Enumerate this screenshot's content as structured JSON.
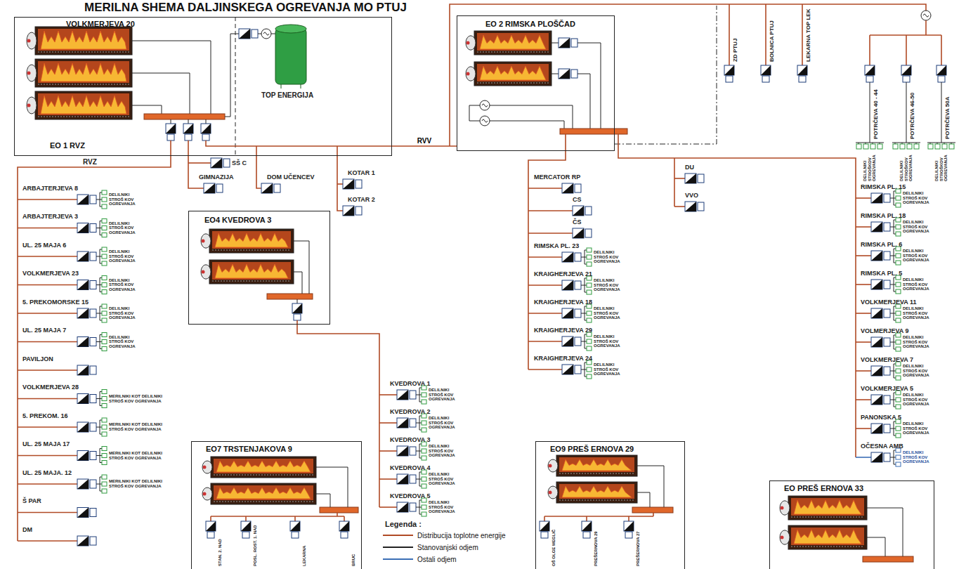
{
  "diagram": {
    "title": "MERILNA SHEMA DALJINSKEGA OGREVANJA MO PTUJ",
    "nodes": [
      {
        "text": [
          "VOLKMERJEVA 20",
          "EO 1 RVZ"
        ]
      },
      {
        "text": [
          "EO 2 RIMSKA PLOŠČAD"
        ]
      },
      {
        "text": [
          "EO4 KVEDROVA 3"
        ]
      },
      {
        "text": [
          "EO7 TRSTENJAKOVA 9"
        ]
      },
      {
        "text": [
          "EO9 PREŠ ERNOVA 29"
        ]
      },
      {
        "text": [
          "EO PREŠ ERNOVA 33"
        ]
      }
    ],
    "edges": [
      {
        "from": 0,
        "to": 1,
        "label": "RVV",
        "arrow": "none"
      }
    ],
    "labels": [
      "TOP ENERGIJA",
      "RVZ",
      "ARBAJTERJEVA 8",
      "DELILNIKI STROŠ KOV OGREVANJA",
      "ARBAJTERJEVA 3",
      "DELILNIKI STROŠ KOV OGREVANJA",
      "UL. 25 MAJA 6",
      "DELILNIKI STROŠ KOV OGREVANJA",
      "VOLKMERJEVA 23",
      "DELILNIKI STROŠ KOV OGREVANJA",
      "5. PREKOMORSKE 15",
      "DELILNIKI STROŠ KOV OGREVANJA",
      "UL. 25 MAJA 7",
      "DELILNIKI STROŠ KOV OGREVANJA",
      "PAVILJON",
      "VOLKMERJEVA 28",
      "MERILNIKI KOT DELILNIKI STROŠ KOV OGREVANJA",
      "5. PREKOM. 16",
      "MERILNIKI KOT DELILNIKI STROŠ KOV OGREVANJA",
      "UL. 25 MAJA 17",
      "MERILNIKI KOT DELILNIKI STROŠ KOV OGREVANJA",
      "UL. 25 MAJA. 12",
      "MERILNIKI KOT DELILNIKI STROŠ KOV OGREVANJA",
      "Š PAR",
      "DM",
      "SŠ C",
      "GIMNAZIJA",
      "DOM UČENCEV",
      "KOTAR 1",
      "KOTAR 2",
      "ZD PTUJ",
      "BOLNICA PTUJ",
      "LEKARNA TOP LEK",
      "POTRČEVA 40 - 44",
      "DELILNIKI STROŠKOV OGREVANJA",
      "POTRČEVA 46-50",
      "DELILNIKI STROŠKOV OGREVANJA",
      "POTRČEVA 50A",
      "DELILNIKI STROŠKOV OGREVANJA",
      "MERCATOR RP",
      "CS",
      "ČS",
      "RIMSKA PL. 23",
      "DELILNIKI STROŠ KOV OGREVANJA",
      "KRAIGHERJEVA 21",
      "DELILNIKI STROŠ KOV OGREVANJA",
      "KRAIGHERJEVA 18",
      "DELILNIKI STROŠ KOV OGREVANJA",
      "KRAIGHERJEVA 29",
      "DELILNIKI STROŠ KOV OGREVANJA",
      "KRAIGHERJEVA 24",
      "DELILNIKI STROŠ KOV OGREVANJA",
      "DU",
      "VVO",
      "RIMSKA PL. 15",
      "DELILNIKI STROŠ KOV OGREVANJA",
      "RIMSKA PL. 18",
      "DELILNIKI STROŠ KOV OGREVANJA",
      "RIMSKA PL. 6",
      "DELILNIKI STROŠ KOV OGREVANJA",
      "RIMSKA PL. 5",
      "DELILNIKI STROŠ KOV OGREVANJA",
      "VOLKMERJEVA 11",
      "DELILNIKI STROŠ KOV OGREVANJA",
      "VOLMERJEVA 9",
      "DELILNIKI STROŠ KOV OGREVANJA",
      "VOLKMERJEVA 7",
      "DELILNIKI STROŠ KOV OGREVANJA",
      "VOLKMERJEVA 5",
      "DELILNIKI STROŠ KOV OGREVANJA",
      "PANONSKA 5",
      "DELILNIKI STROŠ KOV OGREVANJA",
      "OČESNA AMB",
      "DELILNIKI STROŠ KOV OGREVANJA",
      "KVEDROVA 1",
      "DELILNIKI STROŠ KOV OGREVANJA",
      "KVEDROVA 2",
      "DELILNIKI STROŠ KOV OGREVANJA",
      "KVEDROVA 3",
      "DELILNIKI STROŠ KOV OGREVANJA",
      "KVEDROVA 4",
      "DELILNIKI STROŠ KOV OGREVANJA",
      "KVEDROVA 5",
      "DELILNIKI STROŠ KOV OGREVANJA",
      "STAN. 2. NAD",
      "POSL. ROST. 1. NAD",
      "LEKARNA",
      "BRUC",
      "OŠ OLGE MEGLIČ",
      "PREŠERNOVA 29",
      "PREŠERNOVA 27",
      "Legenda :"
    ],
    "legend": [
      {
        "text": "Distribucija toplotne energije"
      },
      {
        "text": "Stanovanjski odjem"
      },
      {
        "text": "Ostali odjem"
      }
    ]
  }
}
